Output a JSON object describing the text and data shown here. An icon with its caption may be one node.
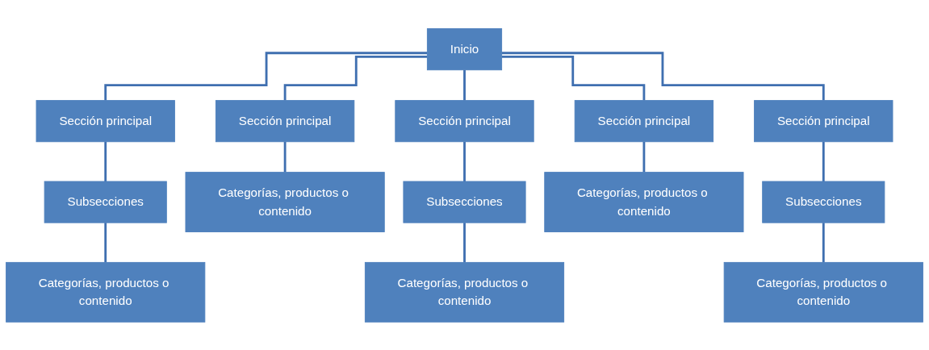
{
  "diagram": {
    "nodes": [
      {
        "text": [
          "Inicio"
        ]
      },
      {
        "text": [
          "Sección principal"
        ]
      },
      {
        "text": [
          "Subsecciones"
        ]
      },
      {
        "text": [
          "Categorías, productos o contenido"
        ]
      },
      {
        "text": [
          "Sección principal"
        ]
      },
      {
        "text": [
          "Categorías, productos o contenido"
        ]
      },
      {
        "text": [
          "Sección principal"
        ]
      },
      {
        "text": [
          "Subsecciones"
        ]
      },
      {
        "text": [
          "Categorías, productos o contenido"
        ]
      },
      {
        "text": [
          "Sección principal"
        ]
      },
      {
        "text": [
          "Categorías, productos o contenido"
        ]
      },
      {
        "text": [
          "Sección principal"
        ]
      },
      {
        "text": [
          "Subsecciones"
        ]
      },
      {
        "text": [
          "Categorías, productos o contenido"
        ]
      }
    ],
    "edges": [
      {
        "from": 0,
        "to": 1,
        "arrow": "none"
      },
      {
        "from": 0,
        "to": 4,
        "arrow": "none"
      },
      {
        "from": 0,
        "to": 6,
        "arrow": "none"
      },
      {
        "from": 0,
        "to": 9,
        "arrow": "none"
      },
      {
        "from": 0,
        "to": 11,
        "arrow": "none"
      },
      {
        "from": 1,
        "to": 2,
        "arrow": "none"
      },
      {
        "from": 2,
        "to": 3,
        "arrow": "none"
      },
      {
        "from": 4,
        "to": 5,
        "arrow": "none"
      },
      {
        "from": 6,
        "to": 7,
        "arrow": "none"
      },
      {
        "from": 7,
        "to": 8,
        "arrow": "none"
      },
      {
        "from": 9,
        "to": 10,
        "arrow": "none"
      },
      {
        "from": 11,
        "to": 12,
        "arrow": "none"
      },
      {
        "from": 12,
        "to": 13,
        "arrow": "none"
      }
    ]
  }
}
